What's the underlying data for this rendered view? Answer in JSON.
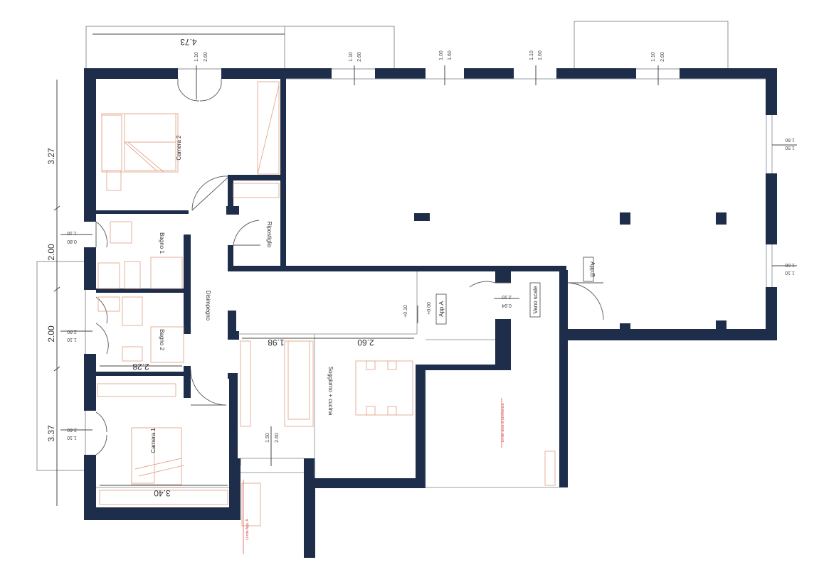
{
  "rooms": {
    "camera2": "Camera 2",
    "bagno1": "Bagno 1",
    "bagno2": "Bagno 2",
    "camera1": "Camera 1",
    "disimpegno": "Disimpegno",
    "ripostiglio": "Ripostiglio",
    "soggiorno": "Soggiorno + cucina",
    "vano_scale": "Vano scale",
    "app_a": "App.A",
    "app_b": "App.B"
  },
  "dimensions": {
    "top_width": "4.73",
    "left_327_top": "3.27",
    "left_200_a": "2.00",
    "left_200_b": "2.00",
    "left_337": "3.37",
    "d_198": "1.98",
    "d_260": "2.60",
    "d_228": "2.28",
    "d_340": "3.40"
  },
  "levels": {
    "plus_010": "+0.10",
    "plus_000": "+0.00"
  },
  "openings": {
    "top_1": [
      "1.10",
      "2.60"
    ],
    "top_2": [
      "1.10",
      "2.60"
    ],
    "top_3": [
      "1.00",
      "1.60"
    ],
    "top_4": [
      "1.10",
      "1.60"
    ],
    "top_5": [
      "1.10",
      "2.60"
    ],
    "right_1": [
      "1.50",
      "1.60"
    ],
    "right_2": [
      "1.10",
      "1.60"
    ],
    "bagno1": [
      "1.10",
      "0.80"
    ],
    "bagno2": [
      "1.10",
      "2.60"
    ],
    "camera1": [
      "1.10",
      "2.60"
    ],
    "soggiorno": [
      "1.50",
      "2.60"
    ],
    "vano": [
      "2.10",
      "0.94"
    ]
  },
  "notes": {
    "red_1": "Limite area di pertinenza",
    "red_2": "Limite App. A"
  },
  "colors": {
    "wall": "#1e2d4a",
    "furniture": "#e4a98f",
    "red_note": "#d24b4b"
  }
}
